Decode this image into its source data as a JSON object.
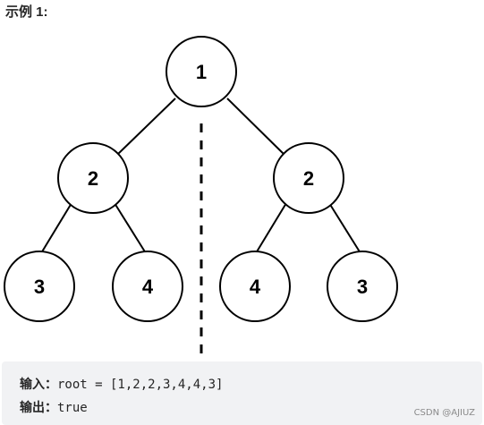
{
  "heading": "示例 1:",
  "tree": {
    "nodes": [
      {
        "id": "n1",
        "value": "1"
      },
      {
        "id": "n2l",
        "value": "2"
      },
      {
        "id": "n2r",
        "value": "2"
      },
      {
        "id": "n3l",
        "value": "3"
      },
      {
        "id": "n4l",
        "value": "4"
      },
      {
        "id": "n4r",
        "value": "4"
      },
      {
        "id": "n3r",
        "value": "3"
      }
    ],
    "edges": [
      [
        "n1",
        "n2l"
      ],
      [
        "n1",
        "n2r"
      ],
      [
        "n2l",
        "n3l"
      ],
      [
        "n2l",
        "n4l"
      ],
      [
        "n2r",
        "n4r"
      ],
      [
        "n2r",
        "n3r"
      ]
    ]
  },
  "example": {
    "input_label": "输入：",
    "input_value": "root = [1,2,2,3,4,4,3]",
    "output_label": "输出：",
    "output_value": "true"
  },
  "watermark": "CSDN @AJIUZ"
}
